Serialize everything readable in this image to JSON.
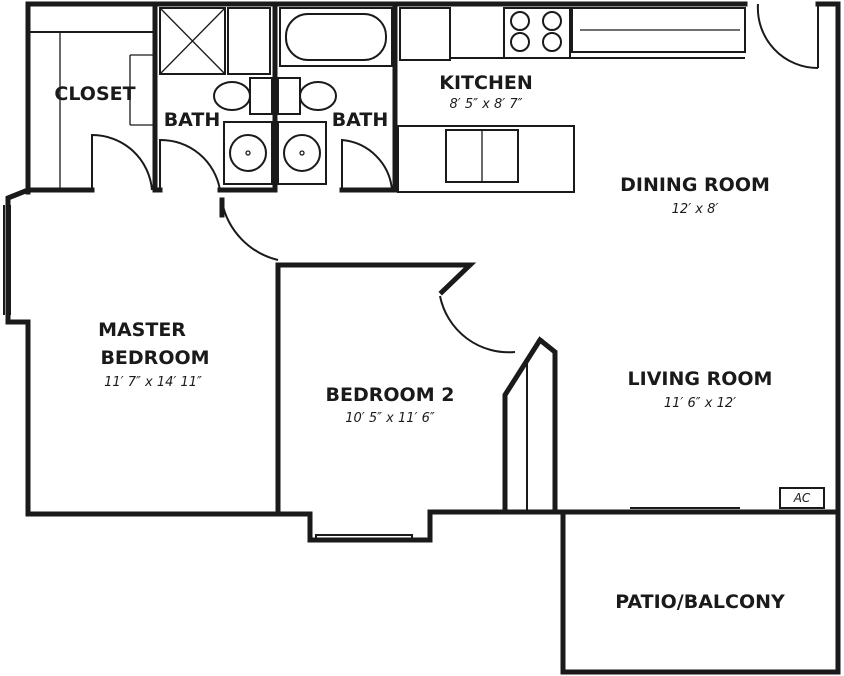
{
  "rooms": {
    "closet": {
      "name": "CLOSET"
    },
    "bath_left": {
      "name": "BATH"
    },
    "bath_right": {
      "name": "BATH"
    },
    "kitchen": {
      "name": "KITCHEN",
      "dims": "8′ 5″ x 8′ 7″"
    },
    "dining": {
      "name": "DINING ROOM",
      "dims": "12′ x 8′"
    },
    "master": {
      "name_line1": "MASTER",
      "name_line2": "BEDROOM",
      "dims": "11′ 7″ x 14′ 11″"
    },
    "bedroom2": {
      "name": "BEDROOM 2",
      "dims": "10′ 5″ x 11′ 6″"
    },
    "living": {
      "name": "LIVING ROOM",
      "dims": "11′ 6″ x 12′"
    },
    "patio": {
      "name": "PATIO/BALCONY"
    }
  },
  "fixtures": {
    "ac_label": "AC"
  }
}
